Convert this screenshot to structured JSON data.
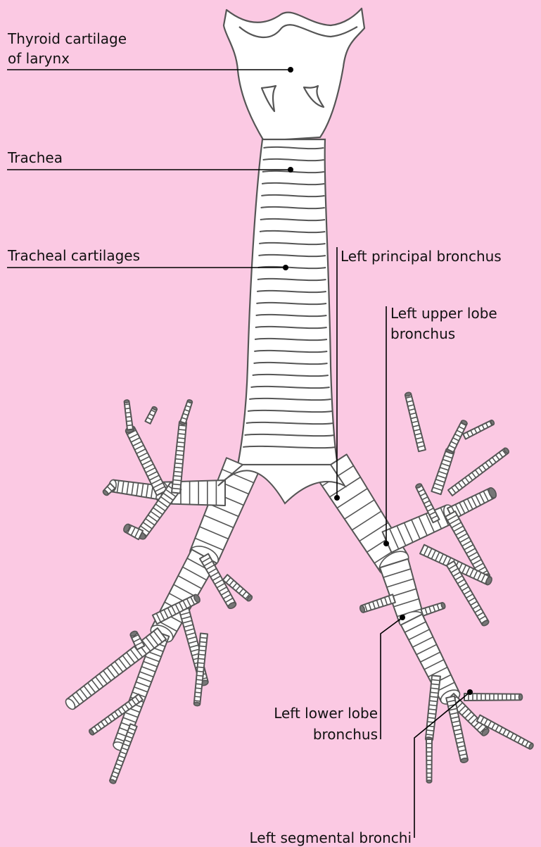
{
  "colors": {
    "background": "#fbc9e3",
    "tissue": "#ffffff",
    "outline": "#555555",
    "leader": "#000000"
  },
  "labels": {
    "thyroid_line1": "Thyroid cartilage",
    "thyroid_line2": "of larynx",
    "trachea": "Trachea",
    "tracheal_cartilages": "Tracheal cartilages",
    "left_principal_bronchus": "Left principal bronchus",
    "left_upper_lobe_line1": "Left upper lobe",
    "left_upper_lobe_line2": "bronchus",
    "left_lower_lobe_line1": "Left lower lobe",
    "left_lower_lobe_line2": "bronchus",
    "left_segmental_bronchi": "Left segmental bronchi"
  }
}
